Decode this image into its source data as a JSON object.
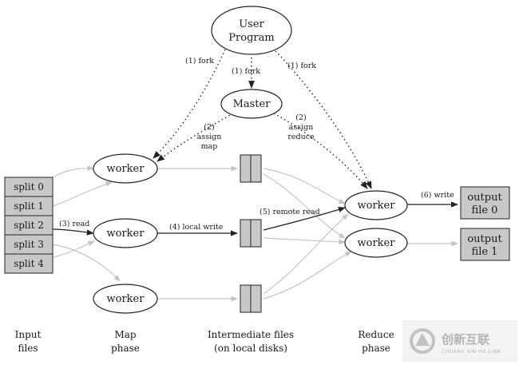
{
  "nodes": {
    "user_program": [
      "User",
      "Program"
    ],
    "master": "Master",
    "worker": "worker",
    "output0": [
      "output",
      "file 0"
    ],
    "output1": [
      "output",
      "file 1"
    ]
  },
  "splits": [
    "split 0",
    "split 1",
    "split 2",
    "split 3",
    "split 4"
  ],
  "edge_labels": {
    "fork_left": "(1) fork",
    "fork_mid": "(1) fork",
    "fork_right": "(1) fork",
    "assign_map": [
      "(2)",
      "assign",
      "map"
    ],
    "assign_reduce": [
      "(2)",
      "assign",
      "reduce"
    ],
    "read": "(3) read",
    "local_write": "(4) local write",
    "remote_read": "(5) remote read",
    "write": "(6) write"
  },
  "phases": {
    "input": [
      "Input",
      "files"
    ],
    "map": [
      "Map",
      "phase"
    ],
    "intermediate": [
      "Intermediate files",
      "(on local disks)"
    ],
    "reduce": [
      "Reduce",
      "phase"
    ]
  },
  "watermark": {
    "cn": "创新互联",
    "en": "CHUANG XIN HU LIAN"
  },
  "colors": {
    "line": "#222222",
    "faint_line": "#c4c4c4",
    "box_fill": "#c8c8c8",
    "node_fill": "#ffffff"
  }
}
